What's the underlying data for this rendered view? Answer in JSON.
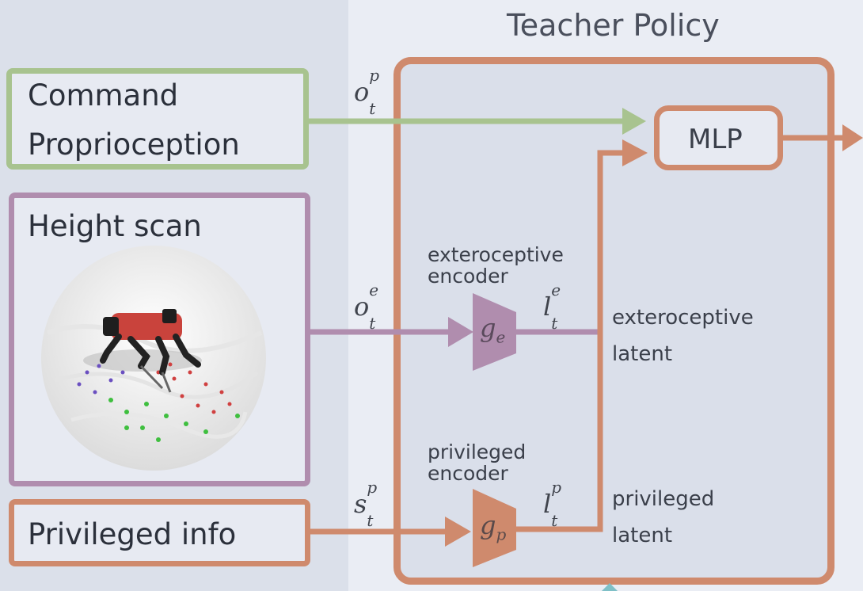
{
  "title": "Teacher Policy",
  "inputs": {
    "command_proprioception": [
      "Command",
      "Proprioception"
    ],
    "height_scan": "Height scan",
    "privileged_info": "Privileged info"
  },
  "symbols": {
    "o_p": {
      "base": "o",
      "sub": "t",
      "sup": "p"
    },
    "o_e": {
      "base": "o",
      "sub": "t",
      "sup": "e"
    },
    "s_p": {
      "base": "s",
      "sub": "t",
      "sup": "p"
    },
    "l_e": {
      "base": "l",
      "sub": "t",
      "sup": "e"
    },
    "l_p": {
      "base": "l",
      "sub": "t",
      "sup": "p"
    },
    "g_e": {
      "base": "g",
      "sub": "e"
    },
    "g_p": {
      "base": "g",
      "sub": "p"
    }
  },
  "blocks": {
    "mlp": "MLP",
    "exteroceptive_encoder": [
      "exteroceptive",
      "encoder"
    ],
    "privileged_encoder": [
      "privileged",
      "encoder"
    ],
    "exteroceptive_latent": [
      "exteroceptive",
      "latent"
    ],
    "privileged_latent": [
      "privileged",
      "latent"
    ]
  },
  "colors": {
    "green": "#a8c38f",
    "purple": "#b08dae",
    "orange": "#cf8a6d",
    "teal": "#7fc0c7",
    "panel": "#dadfea"
  }
}
